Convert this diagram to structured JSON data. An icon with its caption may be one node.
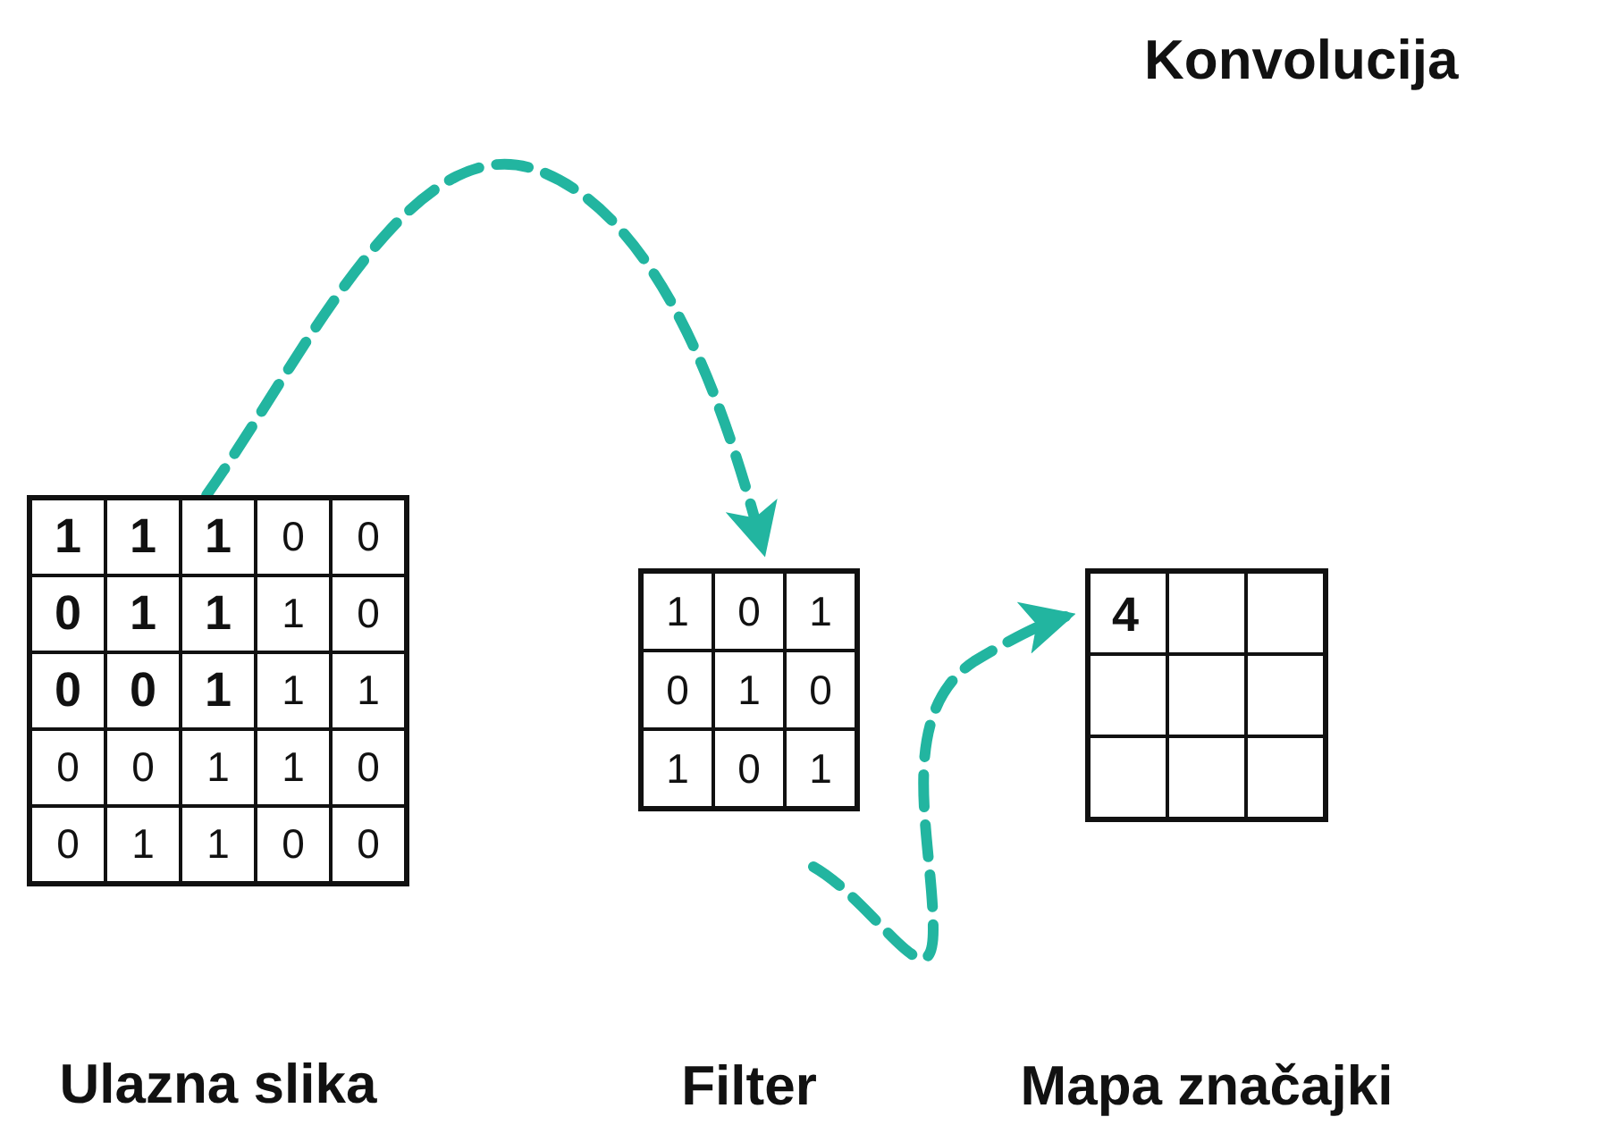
{
  "diagram": {
    "title": "Konvolucija",
    "nodes": [
      {
        "text": [
          "Ulazna slika"
        ]
      },
      {
        "text": [
          "Filter"
        ]
      },
      {
        "text": [
          "Mapa značajki"
        ]
      }
    ],
    "edges": [
      {
        "from": 0,
        "to": 1,
        "arrow": "to",
        "style": "dashed",
        "color": "#22b5a0"
      },
      {
        "from": null,
        "to": 2,
        "arrow": "to",
        "style": "dashed",
        "color": "#22b5a0"
      }
    ],
    "labels": [
      "1",
      "1",
      "1",
      "0",
      "0",
      "0",
      "1",
      "1",
      "1",
      "0",
      "0",
      "0",
      "1",
      "1",
      "1",
      "0",
      "0",
      "1",
      "1",
      "0",
      "0",
      "1",
      "1",
      "0",
      "0",
      "1",
      "0",
      "1",
      "0",
      "1",
      "0",
      "1",
      "0",
      "1",
      "4"
    ]
  }
}
